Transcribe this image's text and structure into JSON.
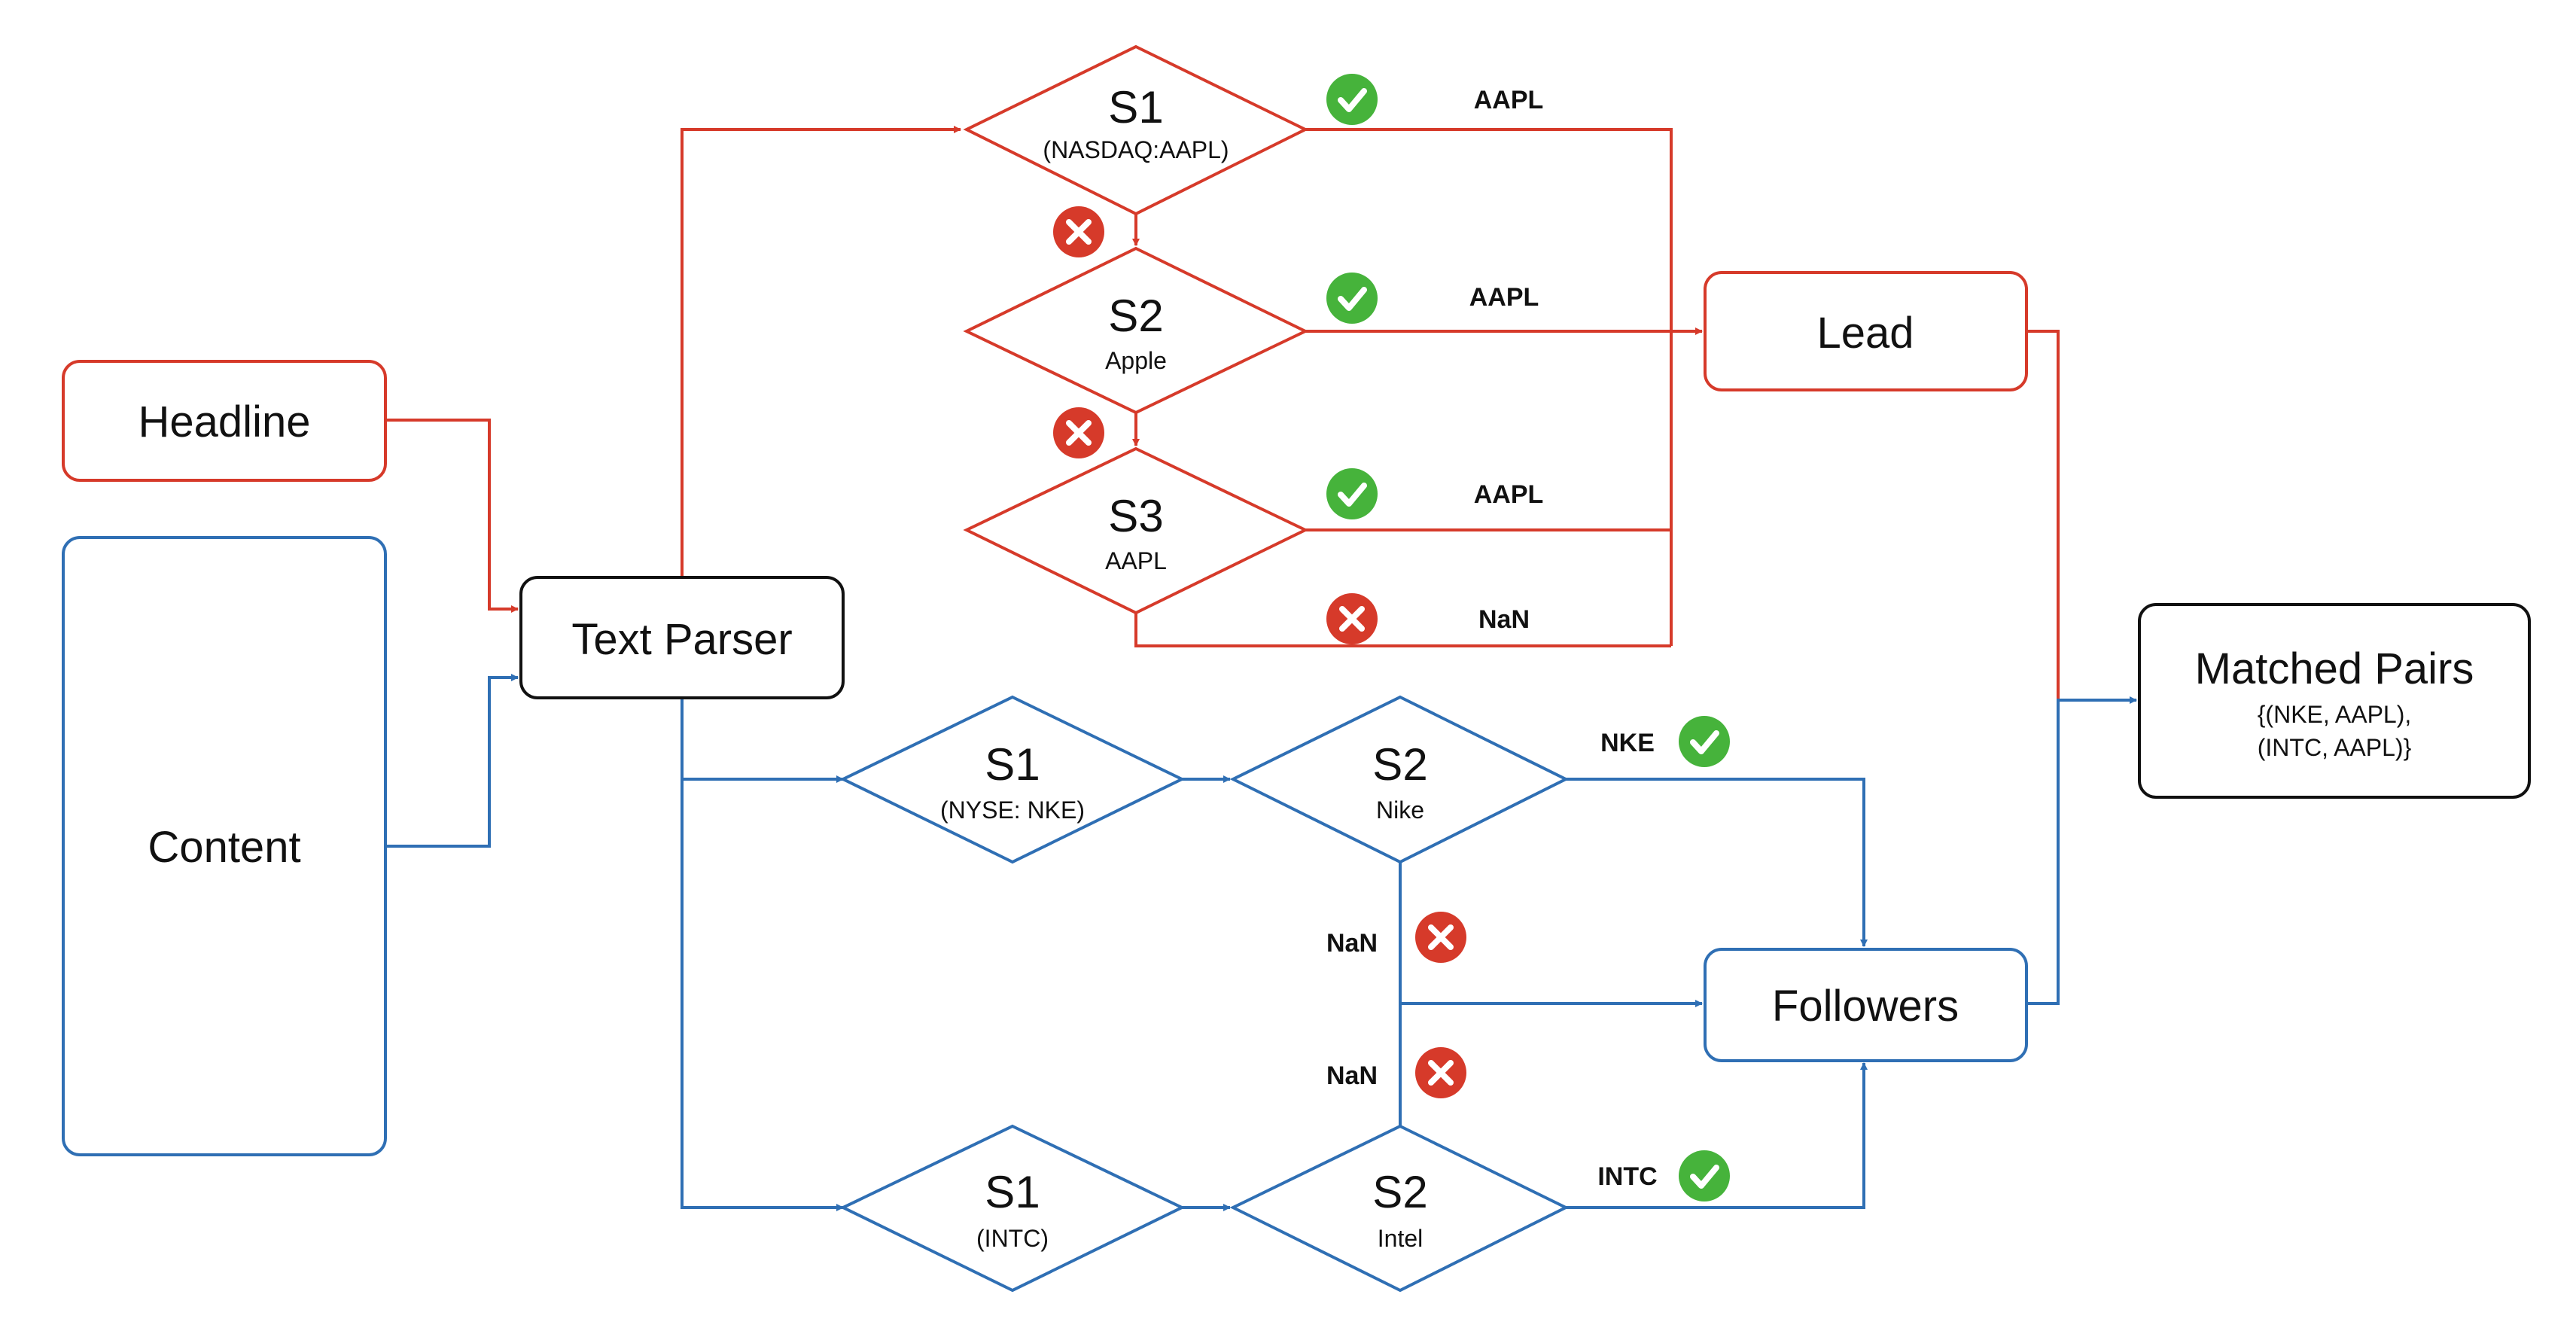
{
  "colors": {
    "headline_path": "#d63a2a",
    "content_path": "#2f6fb4",
    "neutral": "#111111",
    "success": "#46b33b",
    "failure": "#d63a2a"
  },
  "inputs": {
    "headline": "Headline",
    "content": "Content"
  },
  "parser": {
    "label": "Text Parser"
  },
  "headline_branch": {
    "s1": {
      "title": "S1",
      "subtitle": "(NASDAQ:AAPL)",
      "result": "AAPL",
      "status": "success"
    },
    "s2": {
      "title": "S2",
      "subtitle": "Apple",
      "result": "AAPL",
      "status": "success"
    },
    "s3": {
      "title": "S3",
      "subtitle": "AAPL",
      "result": "AAPL",
      "status": "success"
    },
    "s3_fail": {
      "result": "NaN",
      "status": "failure"
    },
    "fail_icons": [
      "x-circle",
      "x-circle"
    ],
    "output": "Lead"
  },
  "content_branch": {
    "nike": {
      "s1": {
        "title": "S1",
        "subtitle": "(NYSE: NKE)"
      },
      "s2": {
        "title": "S2",
        "subtitle": "Nike"
      },
      "result": "NKE",
      "fail_result": "NaN"
    },
    "intel": {
      "s1": {
        "title": "S1",
        "subtitle": "(INTC)"
      },
      "s2": {
        "title": "S2",
        "subtitle": "Intel"
      },
      "result": "INTC",
      "fail_result": "NaN"
    },
    "output": "Followers"
  },
  "result": {
    "title": "Matched Pairs",
    "line1": "{(NKE, AAPL),",
    "line2": "(INTC, AAPL)}"
  },
  "icons": {
    "success": "check-circle-icon",
    "failure": "x-circle-icon"
  }
}
